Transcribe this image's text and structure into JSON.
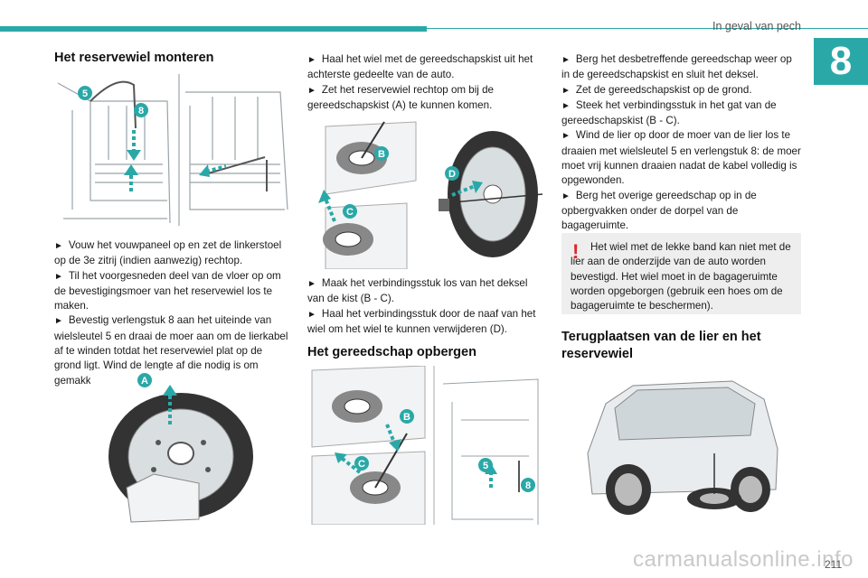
{
  "header": {
    "section_title": "In geval van pech",
    "chapter_number": "8",
    "page_number": "211"
  },
  "col1": {
    "title": "Het reservewiel monteren",
    "steps": [
      "Vouw het vouwpaneel op en zet de linkerstoel op de 3e zitrij (indien aanwezig) rechtop.",
      "Til het voorgesneden deel van de vloer op om de bevestigingsmoer van het reservewiel los te maken.",
      "Bevestig verlengstuk 8 aan het uiteinde van wielsleutel 5 en draai de moer aan om de lierkabel af te winden totdat het reservewiel plat op de grond ligt. Wind de lengte af die nodig is om gemakkelijk bij het wiel te komen."
    ],
    "fig1_labels": [
      "5",
      "8"
    ],
    "fig2_labels": [
      "A"
    ]
  },
  "col2": {
    "steps_a": [
      "Haal het wiel met de gereedschapskist uit het achterste gedeelte van de auto.",
      "Zet het reservewiel rechtop om bij de gereedschapskist (A) te kunnen komen."
    ],
    "fig_labels": [
      "B",
      "C",
      "D"
    ],
    "steps_b": [
      "Maak het verbindingsstuk los van het deksel van de kist (B - C).",
      "Haal het verbindingsstuk door de naaf van het wiel om het wiel te kunnen verwijderen (D)."
    ],
    "subtitle": "Het gereedschap opbergen",
    "fig2_labels": [
      "B",
      "C",
      "5",
      "8"
    ]
  },
  "col3": {
    "steps": [
      "Berg het desbetreffende gereedschap weer op in de gereedschapskist en sluit het deksel.",
      "Zet de gereedschapskist op de grond.",
      "Steek het verbindingsstuk in het gat van de gereedschapskist (B - C).",
      "Wind de lier op door de moer van de lier los te draaien met wielsleutel 5 en verlengstuk 8: de moer moet vrij kunnen draaien nadat de kabel volledig is opgewonden.",
      "Berg het overige gereedschap op in de opbergvakken onder de dorpel van de bagageruimte."
    ],
    "warning": "Het wiel met de lekke band kan niet met de lier aan de onderzijde van de auto worden bevestigd. Het wiel moet in de bagageruimte worden opgeborgen (gebruik een hoes om de bagageruimte te beschermen).",
    "subtitle": "Terugplaatsen van de lier en het reservewiel"
  },
  "watermark": "carmanualsonline.info",
  "accent_color": "#2aa8a8",
  "warning_color": "#e0242b",
  "icons": [
    "bullet-arrow-icon",
    "warning-exclamation-icon"
  ]
}
